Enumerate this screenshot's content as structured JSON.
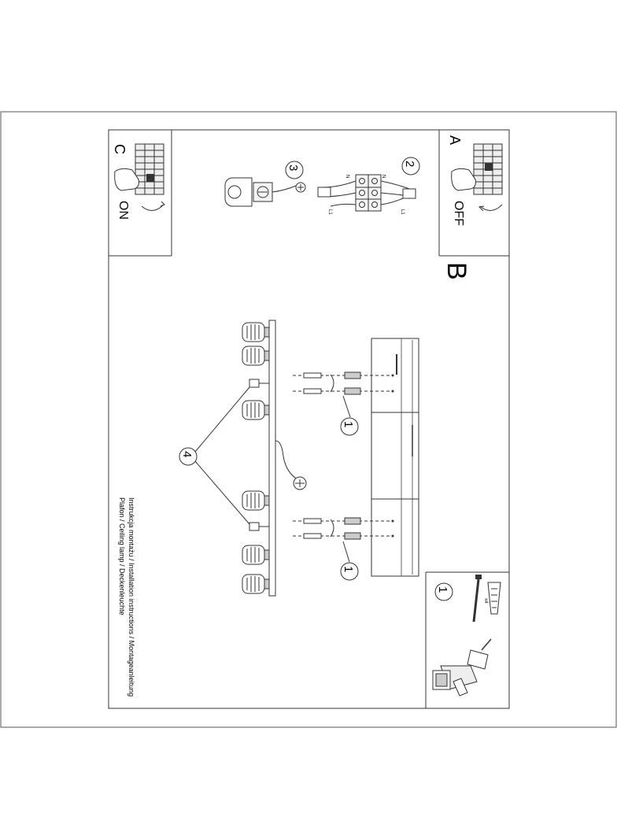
{
  "panels": {
    "a": {
      "letter": "A",
      "state": "OFF"
    },
    "b": {
      "letter": "B"
    },
    "c": {
      "letter": "C",
      "state": "ON"
    }
  },
  "callouts": {
    "one": "1",
    "two": "2",
    "three": "3",
    "four": "4"
  },
  "wiring": {
    "n": "N",
    "l1": "L1"
  },
  "kit": {
    "quantity": "x4"
  },
  "caption": {
    "line1": "Instrukcja montażu / Installation instructions / Montageanleitung",
    "line2": "Plafon / Ceiling lamp / Deckenleuchte"
  },
  "colors": {
    "line": "#222222",
    "frame": "#555555"
  }
}
